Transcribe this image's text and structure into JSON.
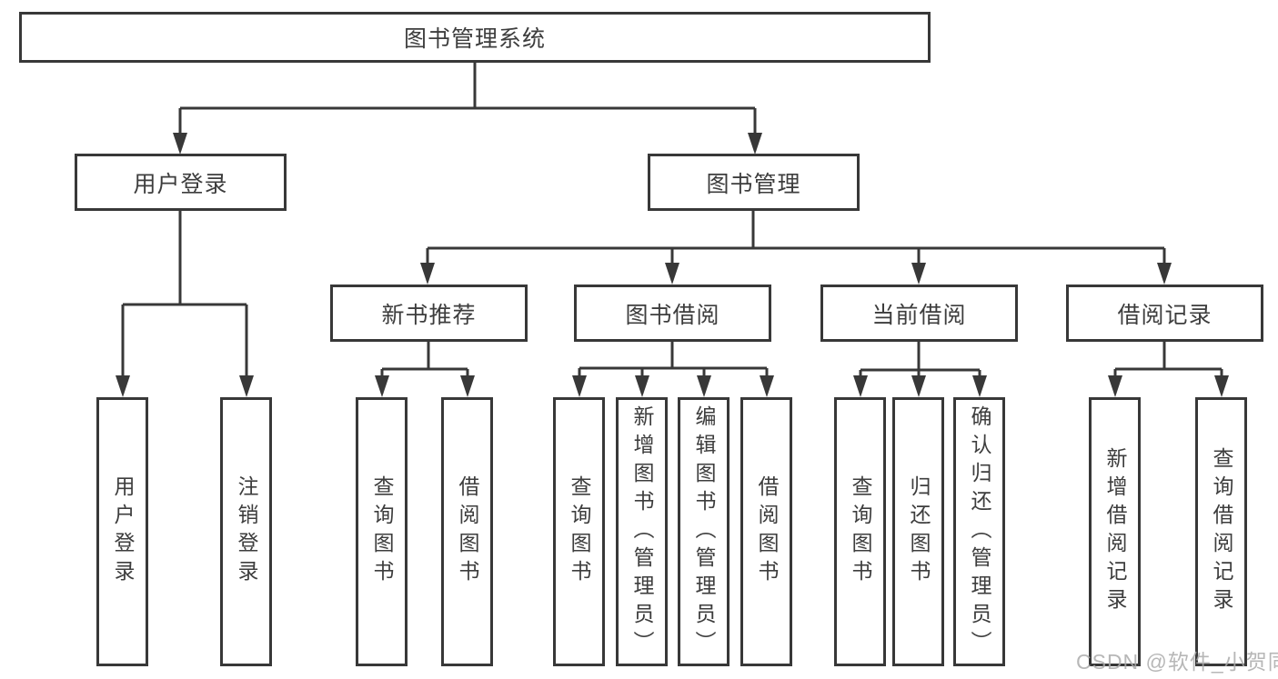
{
  "tree": {
    "root": {
      "label": "图书管理系统"
    },
    "branches": [
      {
        "label": "用户登录",
        "children": [
          {
            "label": "用户登录"
          },
          {
            "label": "注销登录"
          }
        ]
      },
      {
        "label": "图书管理",
        "children": [
          {
            "label": "新书推荐",
            "children": [
              {
                "label": "查询图书"
              },
              {
                "label": "借阅图书"
              }
            ]
          },
          {
            "label": "图书借阅",
            "children": [
              {
                "label": "查询图书"
              },
              {
                "label": "新增图书（管理员）"
              },
              {
                "label": "编辑图书（管理员）"
              },
              {
                "label": "借阅图书"
              }
            ]
          },
          {
            "label": "当前借阅",
            "children": [
              {
                "label": "查询图书"
              },
              {
                "label": "归还图书"
              },
              {
                "label": "确认归还（管理员）"
              }
            ]
          },
          {
            "label": "借阅记录",
            "children": [
              {
                "label": "新增借阅记录"
              },
              {
                "label": "查询借阅记录"
              }
            ]
          }
        ]
      }
    ]
  },
  "watermark": "CSDN @软件_小贺同学",
  "colors": {
    "line": "#383838",
    "box_border": "#383838",
    "box_fill": "#ffffff",
    "text": "#3d3d3d",
    "watermark": "#aaaaaa"
  }
}
